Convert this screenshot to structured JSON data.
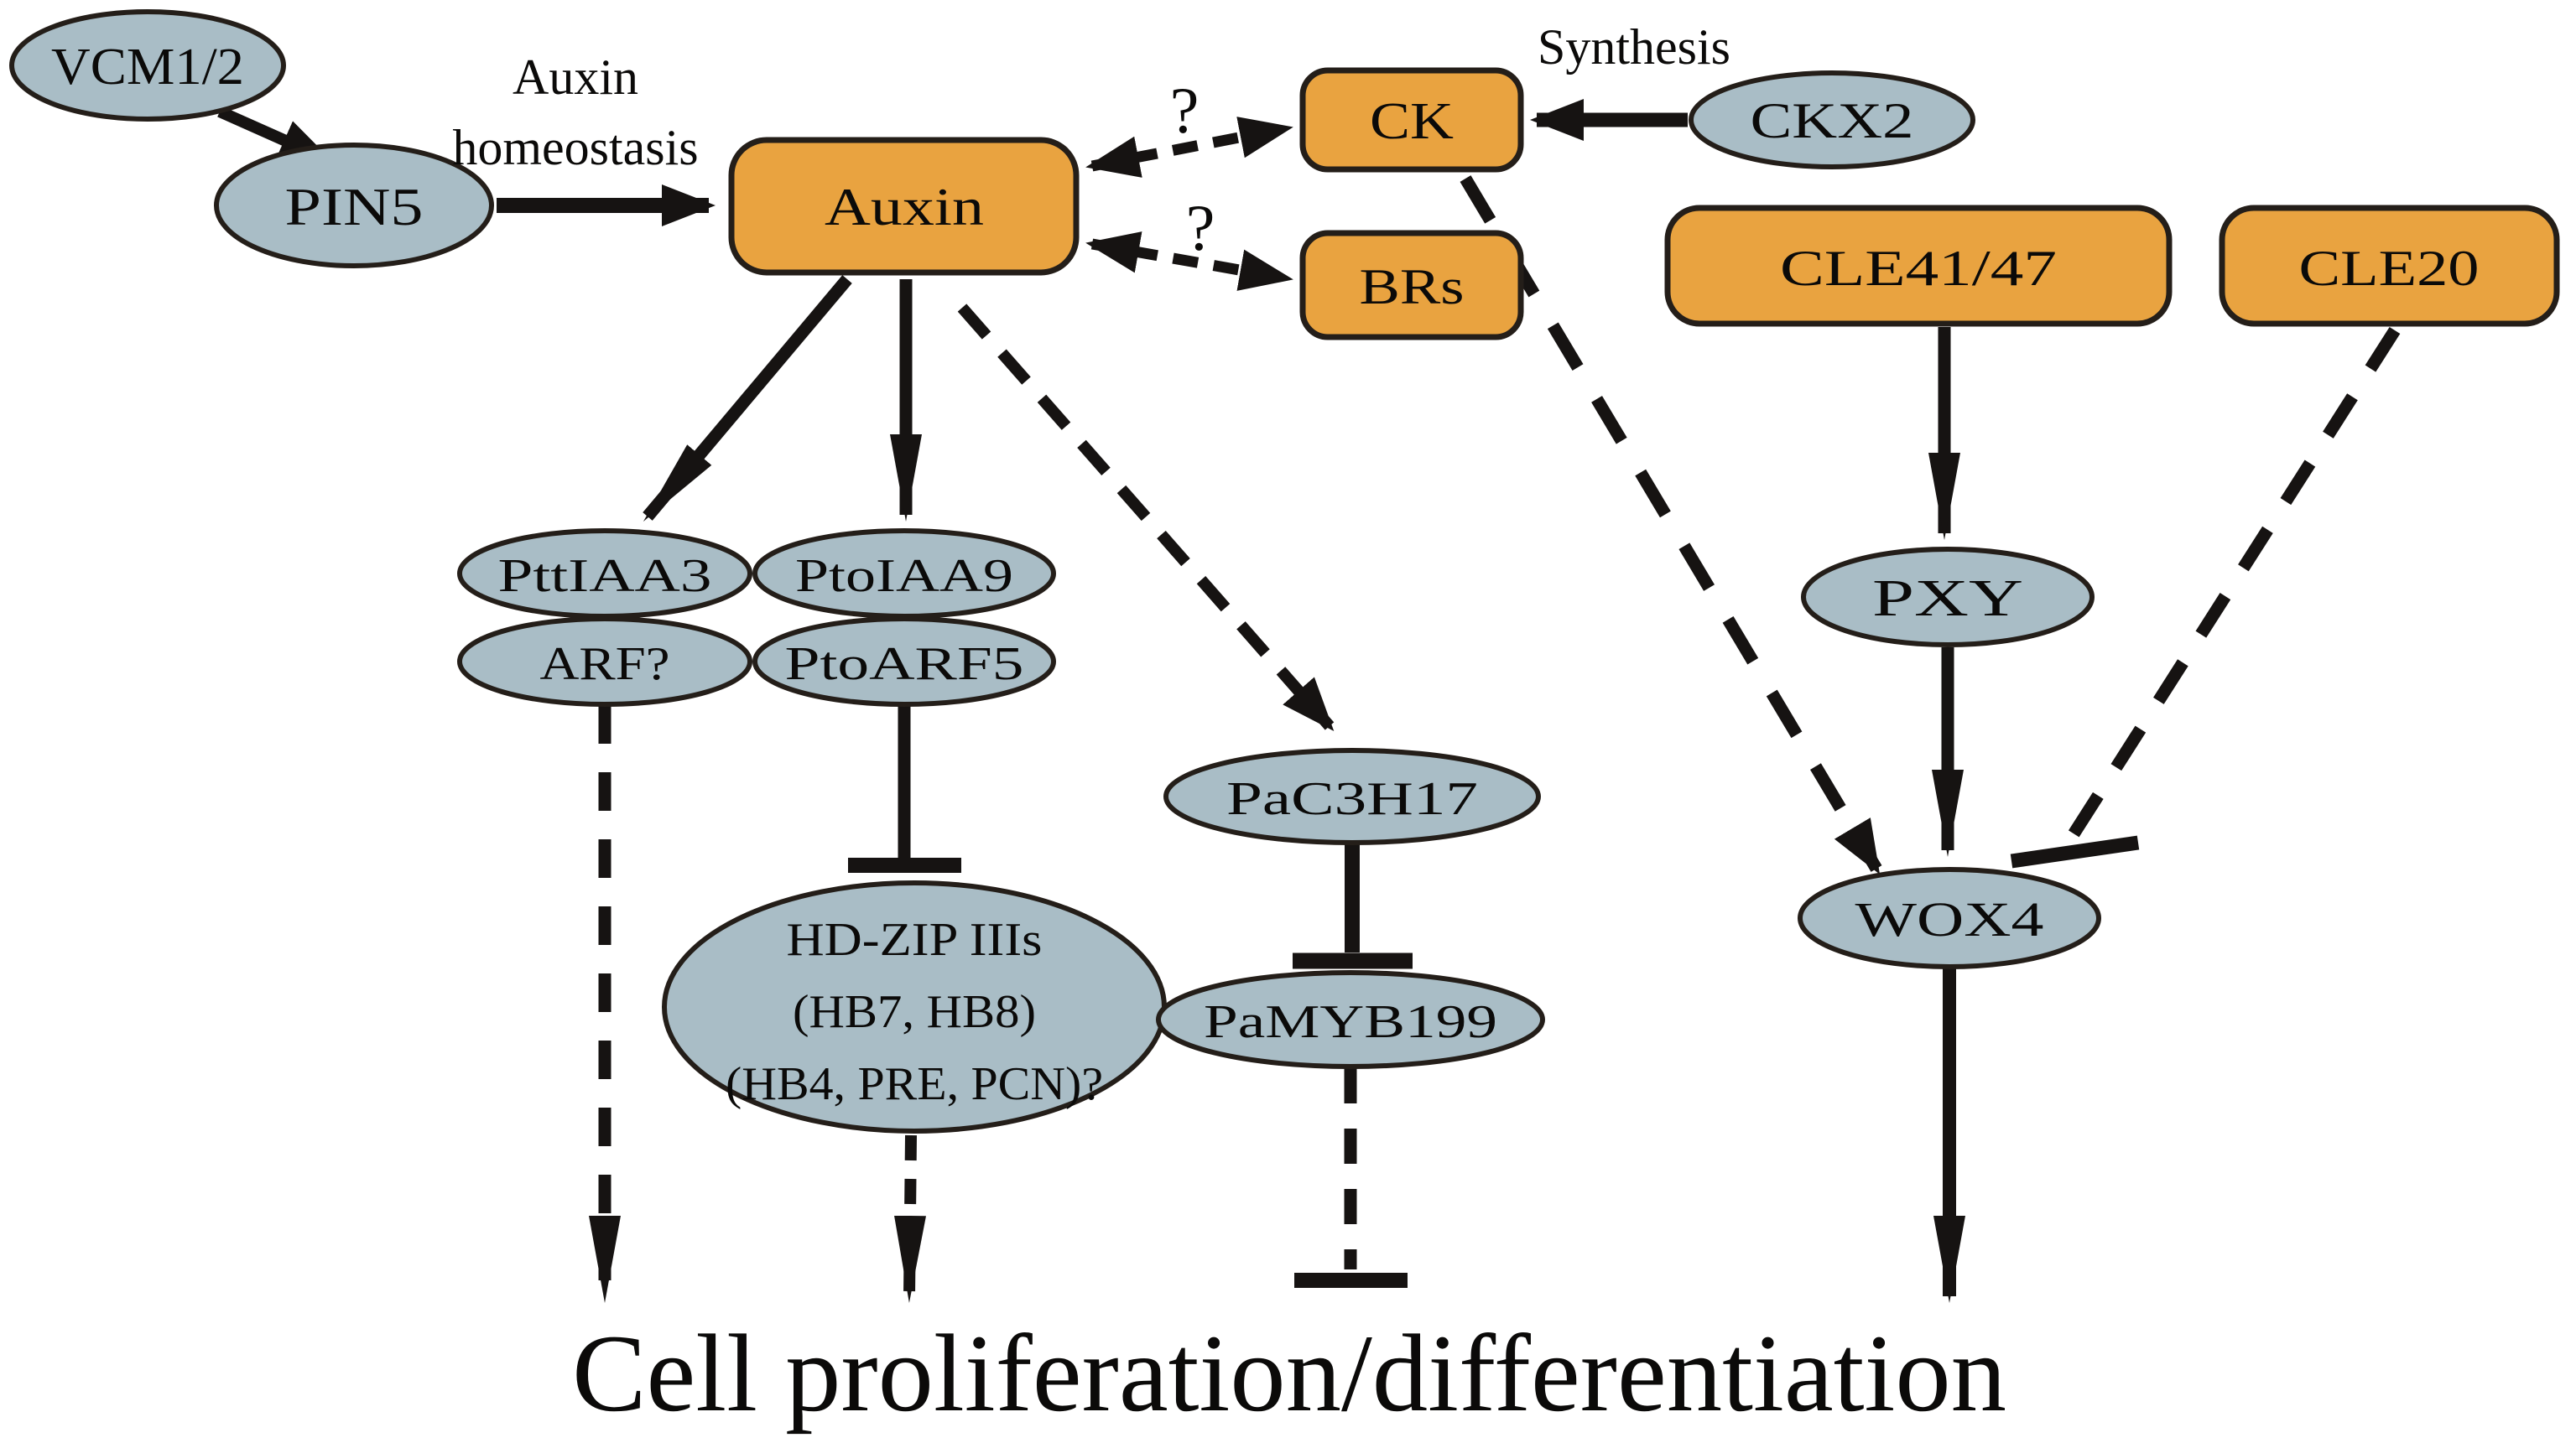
{
  "nodes": {
    "vcm12": {
      "label": "VCM1/2",
      "shape": "ellipse",
      "color": "gray"
    },
    "pin5": {
      "label": "PIN5",
      "shape": "ellipse",
      "color": "gray"
    },
    "auxin": {
      "label": "Auxin",
      "shape": "rounded-rect",
      "color": "orange"
    },
    "ck": {
      "label": "CK",
      "shape": "rounded-rect",
      "color": "orange"
    },
    "brs": {
      "label": "BRs",
      "shape": "rounded-rect",
      "color": "orange"
    },
    "ckx2": {
      "label": "CKX2",
      "shape": "ellipse",
      "color": "gray"
    },
    "cle4147": {
      "label": "CLE41/47",
      "shape": "rounded-rect",
      "color": "orange"
    },
    "cle20": {
      "label": "CLE20",
      "shape": "rounded-rect",
      "color": "orange"
    },
    "pttiaa3": {
      "label": "PttIAA3",
      "shape": "ellipse",
      "color": "gray"
    },
    "arf": {
      "label": "ARF?",
      "shape": "ellipse",
      "color": "gray"
    },
    "ptoiaa9": {
      "label": "PtoIAA9",
      "shape": "ellipse",
      "color": "gray"
    },
    "ptoarf5": {
      "label": "PtoARF5",
      "shape": "ellipse",
      "color": "gray"
    },
    "hdzip": {
      "line1": "HD-ZIP IIIs",
      "line2": "(HB7, HB8)",
      "line3": "(HB4, PRE, PCN)?",
      "shape": "ellipse",
      "color": "gray"
    },
    "pac3h17": {
      "label": "PaC3H17",
      "shape": "ellipse",
      "color": "gray"
    },
    "pamyb199": {
      "label": "PaMYB199",
      "shape": "ellipse",
      "color": "gray"
    },
    "pxy": {
      "label": "PXY",
      "shape": "ellipse",
      "color": "gray"
    },
    "wox4": {
      "label": "WOX4",
      "shape": "ellipse",
      "color": "gray"
    }
  },
  "annotations": {
    "auxin_homeostasis": {
      "line1": "Auxin",
      "line2": "homeostasis"
    },
    "synthesis": "Synthesis",
    "question_ck": "?",
    "question_brs": "?",
    "outcome": "Cell proliferation/differentiation"
  },
  "edges": [
    {
      "from": "VCM1/2",
      "to": "PIN5",
      "type": "activation",
      "style": "solid"
    },
    {
      "from": "PIN5",
      "to": "Auxin",
      "type": "activation",
      "style": "solid",
      "label": "Auxin homeostasis"
    },
    {
      "from": "Auxin",
      "to": "CK",
      "type": "unknown-interaction",
      "style": "dashed-bidirectional",
      "label": "?"
    },
    {
      "from": "Auxin",
      "to": "BRs",
      "type": "unknown-interaction",
      "style": "dashed-bidirectional",
      "label": "?"
    },
    {
      "from": "CKX2",
      "to": "CK",
      "type": "activation",
      "style": "solid",
      "label": "Synthesis"
    },
    {
      "from": "Auxin",
      "to": "PttIAA3",
      "type": "activation",
      "style": "solid"
    },
    {
      "from": "Auxin",
      "to": "PtoIAA9",
      "type": "activation",
      "style": "solid"
    },
    {
      "from": "Auxin",
      "to": "PaC3H17",
      "type": "activation",
      "style": "dashed"
    },
    {
      "from": "CK",
      "to": "WOX4",
      "type": "activation",
      "style": "dashed"
    },
    {
      "from": "CLE41/47",
      "to": "PXY",
      "type": "activation",
      "style": "solid"
    },
    {
      "from": "PXY",
      "to": "WOX4",
      "type": "activation",
      "style": "solid"
    },
    {
      "from": "CLE20",
      "to": "WOX4",
      "type": "inhibition",
      "style": "dashed"
    },
    {
      "from": "ARF?",
      "to": "Cell proliferation/differentiation",
      "type": "activation",
      "style": "dashed"
    },
    {
      "from": "PtoARF5",
      "to": "HD-ZIP IIIs",
      "type": "inhibition",
      "style": "solid"
    },
    {
      "from": "HD-ZIP IIIs",
      "to": "Cell proliferation/differentiation",
      "type": "activation",
      "style": "dashed"
    },
    {
      "from": "PaC3H17",
      "to": "PaMYB199",
      "type": "inhibition",
      "style": "solid"
    },
    {
      "from": "PaMYB199",
      "to": "Cell proliferation/differentiation",
      "type": "inhibition",
      "style": "dashed"
    },
    {
      "from": "WOX4",
      "to": "Cell proliferation/differentiation",
      "type": "activation",
      "style": "solid"
    }
  ],
  "colors": {
    "node_orange": "#E9A340",
    "node_gray": "#A9BDC6",
    "node_stroke": "#241E19",
    "edge_black": "#161312",
    "text": "#0B0A09",
    "background": "#FFFFFF"
  }
}
